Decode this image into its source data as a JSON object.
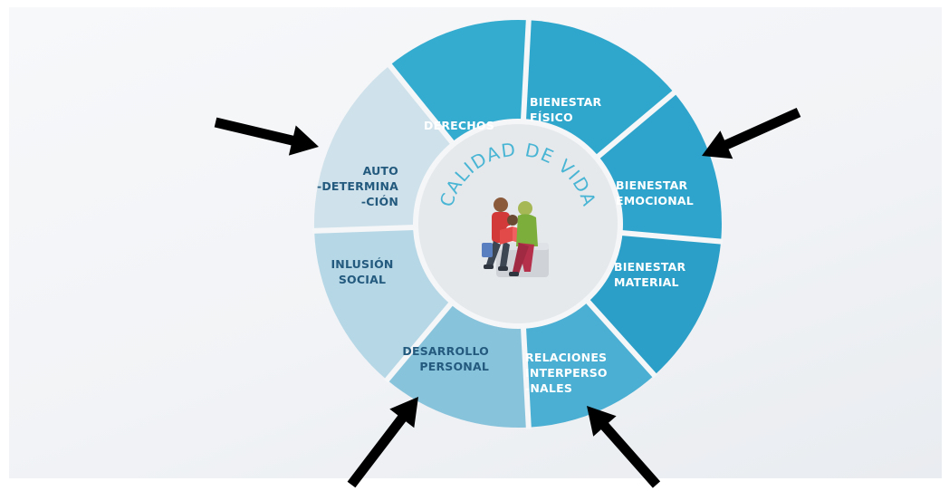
{
  "wheel": {
    "center_title": "CALIDAD DE VIDA",
    "segments": [
      {
        "id": "derechos",
        "lines": [
          "DERECHOS"
        ],
        "color": "#34acd0",
        "highlighted": false
      },
      {
        "id": "bienestar-fisico",
        "lines": [
          "BIENESTAR",
          "FÍSICO"
        ],
        "color": "#2fa7cd",
        "highlighted": false
      },
      {
        "id": "bienestar-emocional",
        "lines": [
          "BIENESTAR",
          "EMOCIONAL"
        ],
        "color": "#2ea4cc",
        "highlighted": true
      },
      {
        "id": "bienestar-material",
        "lines": [
          "BIENESTAR",
          "MATERIAL"
        ],
        "color": "#2b9fc7",
        "highlighted": false
      },
      {
        "id": "relaciones-interpersonales",
        "lines": [
          "RELACIONES",
          "INTERPERSO",
          "-NALES"
        ],
        "color": "#4aafd2",
        "highlighted": true
      },
      {
        "id": "desarrollo-personal",
        "lines": [
          "DESARROLLO",
          "PERSONAL"
        ],
        "color": "#88c3dc",
        "highlighted": true
      },
      {
        "id": "inclusion-social",
        "lines": [
          "INLUSIÓN",
          "SOCIAL"
        ],
        "color": "#b6d7e6",
        "highlighted": false
      },
      {
        "id": "autodeterminacion",
        "lines": [
          "AUTO",
          "-DETERMINA",
          "-CIÓN"
        ],
        "color": "#cfe1ea",
        "highlighted": true
      }
    ]
  },
  "colors": {
    "center_circle": "#e6e9ec",
    "title_text": "#49b5d4",
    "arrow": "#000000",
    "divider": "#f4f6f8"
  },
  "illustration": "two-people-reading-icon"
}
